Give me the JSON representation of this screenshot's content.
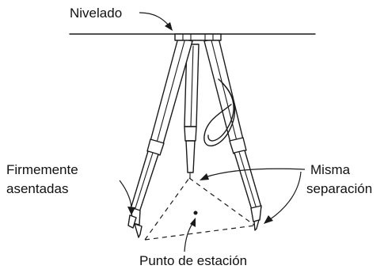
{
  "labels": {
    "level": "Nivelado",
    "firm_line1": "Firmemente",
    "firm_line2": "asentadas",
    "same_line1": "Misma",
    "same_line2": "separación",
    "station": "Punto de estación"
  },
  "colors": {
    "ink": "#1a1a1a",
    "background": "#ffffff"
  }
}
